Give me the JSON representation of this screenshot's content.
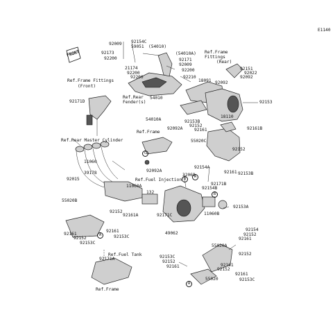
{
  "diagram_code": "E1140",
  "front_badge": "FRONT",
  "ref_labels": {
    "ref_frame_fittings_rear_1": "Ref.Frame",
    "ref_frame_fittings_rear_2": "Fittings",
    "ref_frame_fittings_rear_3": "(Rear)",
    "ref_frame_fittings_front_1": "Ref.Frame Fittings",
    "ref_frame_fittings_front_2": "(Front)",
    "ref_rear_fender_1": "Ref.Rear",
    "ref_rear_fender_2": "Fender(s)",
    "ref_frame_mid": "Ref.Frame",
    "ref_rear_master": "Ref.Rear Master Cylinder",
    "ref_fuel_injection": "Ref.Fuel Injection",
    "ref_fuel_tank": "Ref.Fuel Tank",
    "ref_frame_bottom": "Ref.Frame"
  },
  "part_numbers": {
    "p92009_a": "92009",
    "p92154c": "92154C",
    "p59051": "59051",
    "p54010_a": "(54010)",
    "p92173": "92173",
    "p92200_a": "92200",
    "p54010a_paren": "(54010A)",
    "p21174": "21174",
    "p92171_top": "92171",
    "p92009_b": "92009",
    "p92200_b": "92200",
    "p92200_c": "92200",
    "p92200_d": "92200",
    "p92210": "92210",
    "p18091": "18091",
    "p54010_b": "54010",
    "p54010a": "54010A",
    "p92151": "92151",
    "p92022": "92022",
    "p92092_r": "92092",
    "p92092_mid": "92092",
    "p92153_r": "92153",
    "p92171d": "92171D",
    "p18110": "18110",
    "p92153b_a": "92153B",
    "p92152_a": "92152",
    "p92161_a": "92161",
    "p92161b": "92161B",
    "p92092a_top": "92092A",
    "p55020c": "55020C",
    "p92152_b": "92152",
    "p11060": "11060",
    "p39178": "39178",
    "p92015": "92015",
    "p92092a_mid": "92092A",
    "p92161_b": "92161",
    "p92153b_b": "92153B",
    "p32069": "32069",
    "p92154a": "92154A",
    "p92171b": "92171B",
    "p92154b": "92154B",
    "p11060a": "11060A",
    "p132": "132",
    "p55020b": "55020B",
    "p92152_c": "92152",
    "p92161a": "92161A",
    "p92171c": "92171C",
    "p11060b": "11060B",
    "p92153a": "92153A",
    "p92161_c": "92161",
    "p92152_d": "92152",
    "p92153c_a": "92153C",
    "p92161_d": "92161",
    "p92153c_b": "92153C",
    "p49062": "49062",
    "p92154": "92154",
    "p92152_e": "92152",
    "p92161_e": "92161",
    "p55020a": "55020A",
    "p92171a": "92171A",
    "p92153c_c": "92153C",
    "p92152_f": "92152",
    "p92161_f": "92161",
    "p92152_g": "92152",
    "p92161_g": "92161",
    "p92152_h": "92152",
    "p55020": "55020",
    "p92161_h": "92161",
    "p92153c_d": "92153C"
  },
  "callouts": {
    "a": "A",
    "b": "B",
    "c": "C"
  }
}
